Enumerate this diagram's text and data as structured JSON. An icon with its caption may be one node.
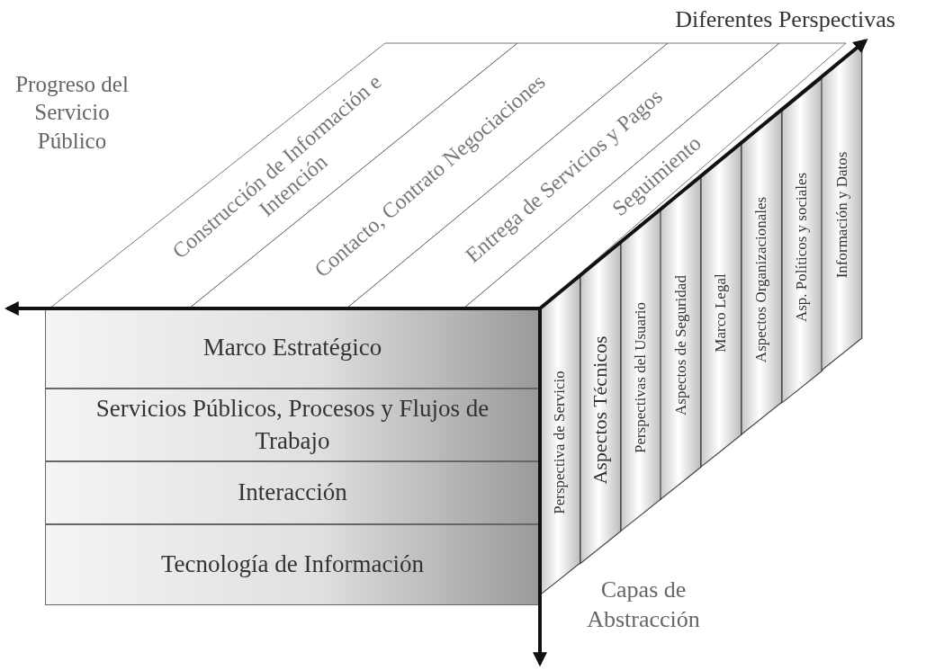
{
  "diagram": {
    "nodes": [
      {
        "text": [
          "Marco Estratégico"
        ]
      },
      {
        "text": [
          "Servicios Públicos, Procesos y Flujos de Trabajo"
        ]
      },
      {
        "text": [
          "Interacción"
        ]
      },
      {
        "text": [
          "Tecnología de Información"
        ]
      },
      {
        "text": [
          "Construcción de Información e Intención"
        ]
      },
      {
        "text": [
          "Contacto, Contrato Negociaciones"
        ]
      },
      {
        "text": [
          "Entrega de Servicios y Pagos"
        ]
      },
      {
        "text": [
          "Seguimiento"
        ]
      },
      {
        "text": [
          "Perspectiva de Servicio"
        ]
      },
      {
        "text": [
          "Aspectos Técnicos"
        ]
      },
      {
        "text": [
          "Perspectivas del Usuario"
        ]
      },
      {
        "text": [
          "Aspectos de Seguridad"
        ]
      },
      {
        "text": [
          "Marco Legal"
        ]
      },
      {
        "text": [
          "Aspectos Organizacionales"
        ]
      },
      {
        "text": [
          "Asp. Políticos y sociales"
        ]
      },
      {
        "text": [
          "Información y Datos"
        ]
      }
    ],
    "edges": [],
    "labels": [
      "Diferentes Perspectivas",
      "Progreso del Servicio Público",
      "Capas de Abstracción"
    ]
  }
}
